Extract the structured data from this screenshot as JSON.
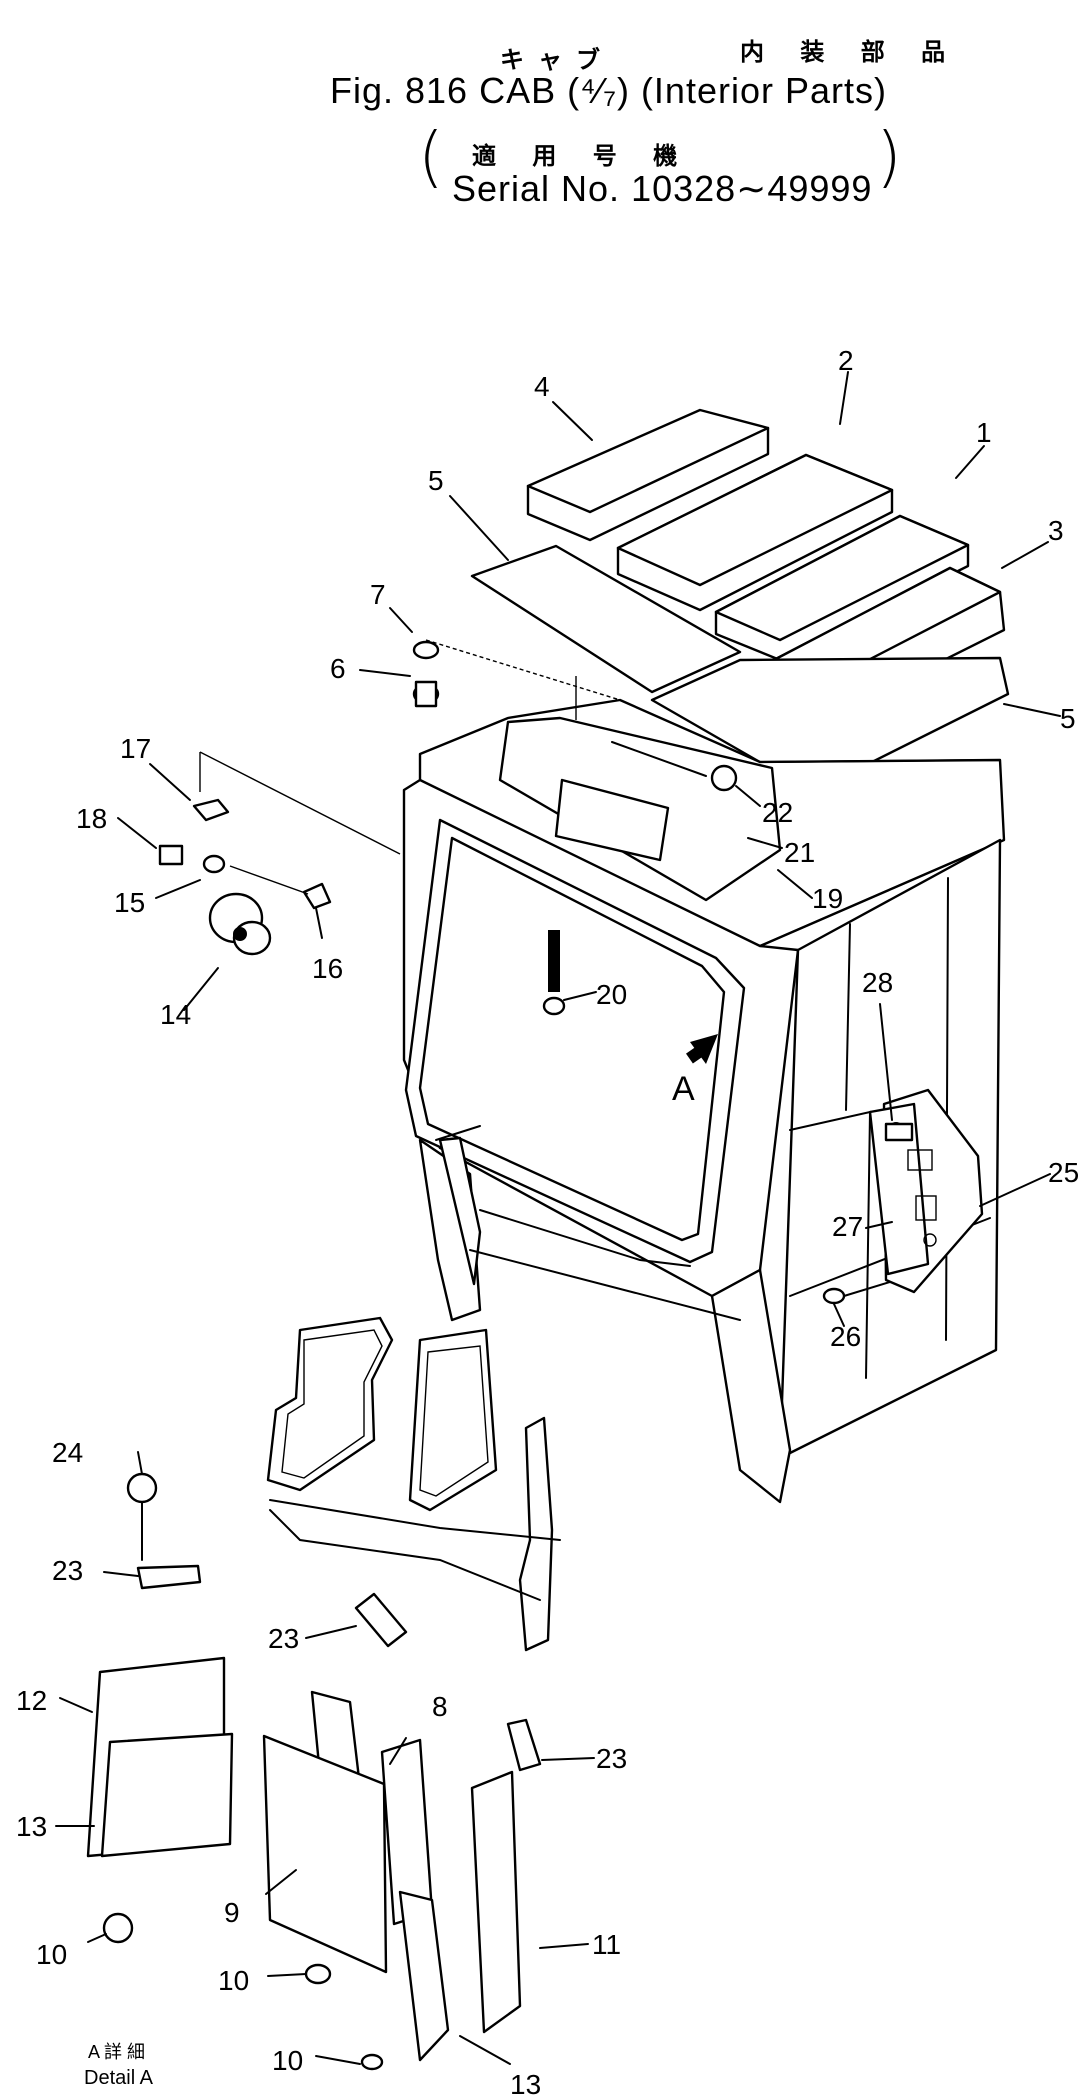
{
  "header": {
    "kana": "キャブ",
    "kanji_parts": "内 装 部 品",
    "title": "Fig. 816  CAB  (⁴⁄₇)  (Interior Parts)",
    "serial_kanji": "適 用 号 機",
    "serial": "Serial No. 10328∼49999"
  },
  "callouts": [
    "1",
    "2",
    "3",
    "4",
    "5",
    "5",
    "6",
    "7",
    "8",
    "9",
    "10",
    "10",
    "10",
    "11",
    "12",
    "13",
    "13",
    "14",
    "15",
    "16",
    "17",
    "18",
    "19",
    "20",
    "21",
    "22",
    "23",
    "23",
    "23",
    "24",
    "25",
    "26",
    "27",
    "28"
  ],
  "annotations": {
    "view_arrow": "A",
    "detail_ja": "A 詳 細",
    "detail_en": "Detail A"
  }
}
